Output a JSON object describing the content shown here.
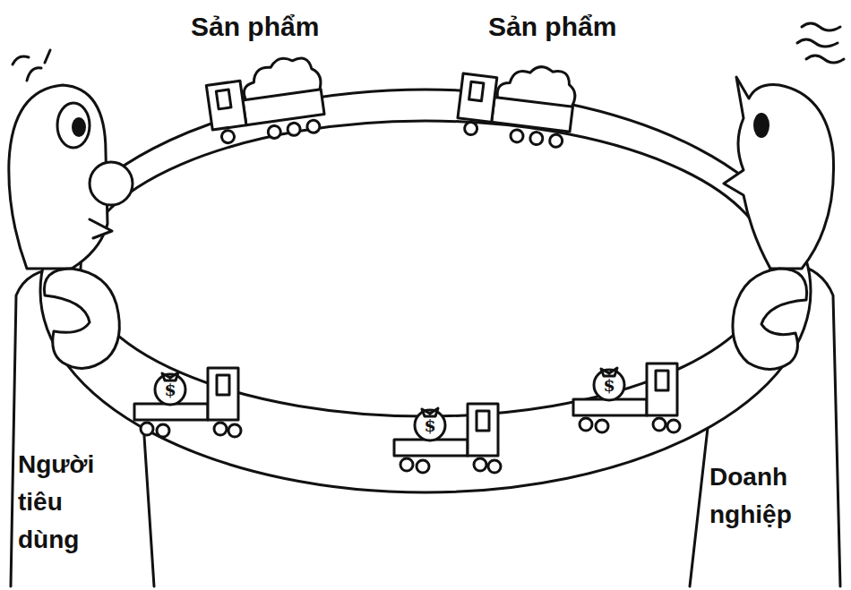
{
  "diagram": {
    "labels": [
      "Sản phẩm",
      "Sản phẩm",
      "Người tiêu dùng",
      "Doanh nghiệp",
      "$",
      "$",
      "$"
    ]
  }
}
